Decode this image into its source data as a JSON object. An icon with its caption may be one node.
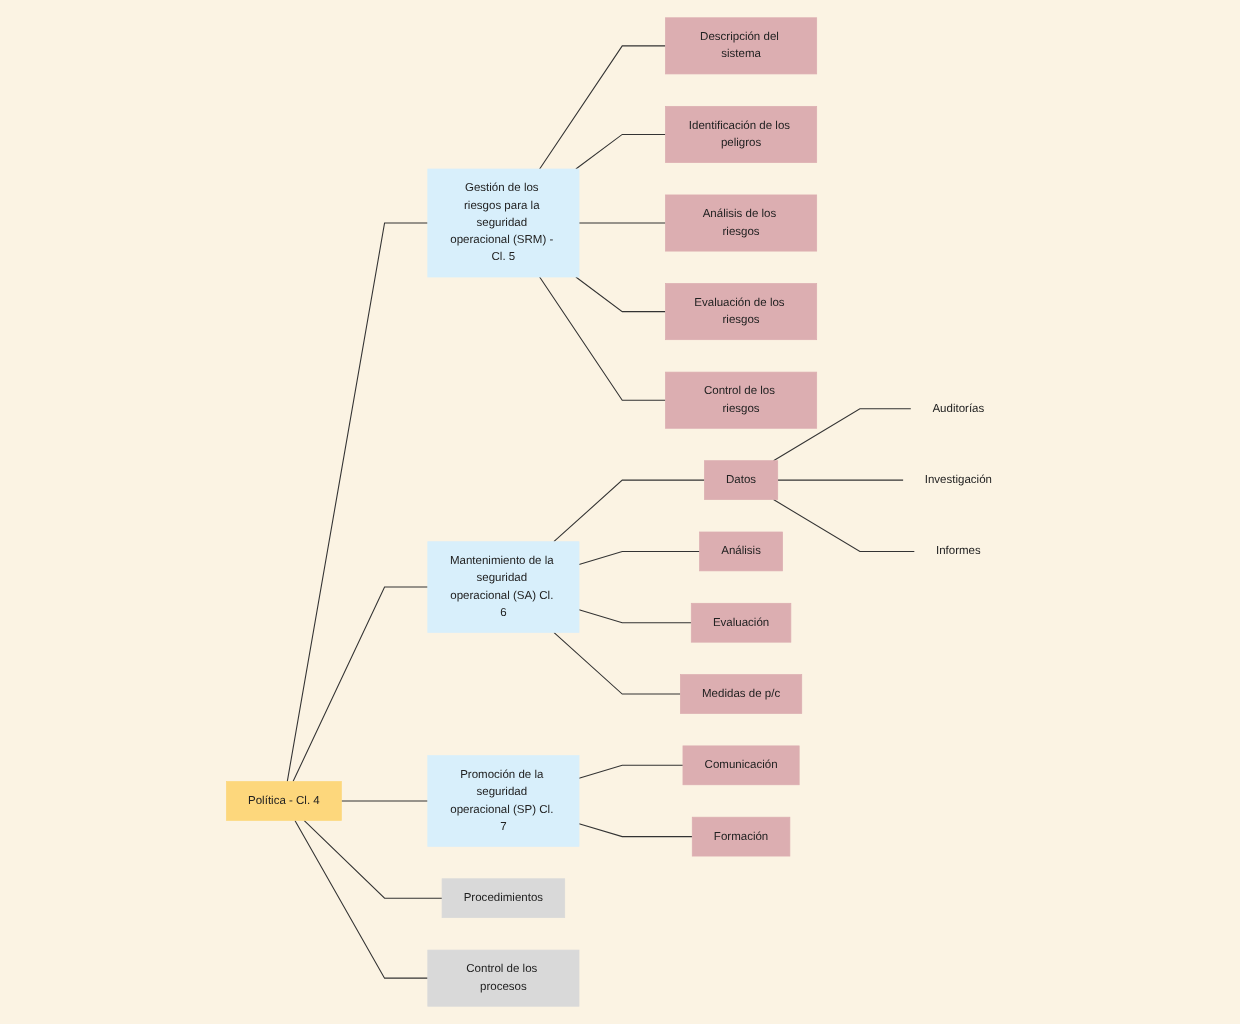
{
  "diagram": {
    "nodes": [
      {
        "text": [
          "Política - Cl. 4"
        ]
      },
      {
        "text": [
          "Procedimientos"
        ]
      },
      {
        "text": [
          "Control de los procesos"
        ]
      },
      {
        "text": [
          "Gestión de los riesgos para la seguridad operacional (SRM) - Cl. 5"
        ]
      },
      {
        "text": [
          "Mantenimiento de la seguridad operacional (SA) Cl. 6"
        ]
      },
      {
        "text": [
          "Promoción de la seguridad operacional (SP) Cl. 7"
        ]
      },
      {
        "text": [
          "Descripción del sistema"
        ]
      },
      {
        "text": [
          "Identificación de los peligros"
        ]
      },
      {
        "text": [
          "Análisis de los riesgos"
        ]
      },
      {
        "text": [
          "Evaluación de los riesgos"
        ]
      },
      {
        "text": [
          "Control de los riesgos"
        ]
      },
      {
        "text": [
          "Datos"
        ]
      },
      {
        "text": [
          "Análisis"
        ]
      },
      {
        "text": [
          "Evaluación"
        ]
      },
      {
        "text": [
          "Medidas de p/c"
        ]
      },
      {
        "text": [
          "Auditorías"
        ]
      },
      {
        "text": [
          "Investigación"
        ]
      },
      {
        "text": [
          "Informes"
        ]
      },
      {
        "text": [
          "Comunicación"
        ]
      },
      {
        "text": [
          "Formación"
        ]
      }
    ],
    "edges": [
      {
        "from": 0,
        "to": 1,
        "arrow": "none"
      },
      {
        "from": 0,
        "to": 2,
        "arrow": "none"
      },
      {
        "from": 0,
        "to": 3,
        "arrow": "none"
      },
      {
        "from": 0,
        "to": 4,
        "arrow": "none"
      },
      {
        "from": 0,
        "to": 5,
        "arrow": "none"
      },
      {
        "from": 3,
        "to": 6,
        "arrow": "none"
      },
      {
        "from": 3,
        "to": 7,
        "arrow": "none"
      },
      {
        "from": 3,
        "to": 8,
        "arrow": "none"
      },
      {
        "from": 3,
        "to": 9,
        "arrow": "none"
      },
      {
        "from": 3,
        "to": 10,
        "arrow": "none"
      },
      {
        "from": 4,
        "to": 11,
        "arrow": "none"
      },
      {
        "from": 4,
        "to": 12,
        "arrow": "none"
      },
      {
        "from": 4,
        "to": 13,
        "arrow": "none"
      },
      {
        "from": 4,
        "to": 14,
        "arrow": "none"
      },
      {
        "from": 11,
        "to": 15,
        "arrow": "none"
      },
      {
        "from": 11,
        "to": 16,
        "arrow": "none"
      },
      {
        "from": 11,
        "to": 17,
        "arrow": "none"
      },
      {
        "from": 5,
        "to": 18,
        "arrow": "none"
      },
      {
        "from": 5,
        "to": 19,
        "arrow": "none"
      }
    ]
  }
}
